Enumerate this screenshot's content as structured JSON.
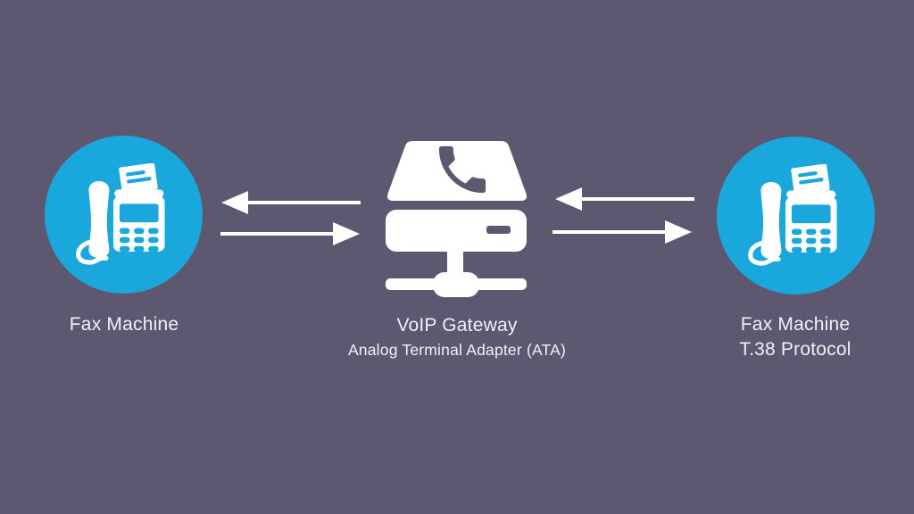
{
  "diagram": {
    "title_hint": "Fax over VoIP with T.38 protocol diagram",
    "colors": {
      "background": "#5E5770",
      "node_circle": "#1AA7DC",
      "icon_white": "#FFFFFF",
      "text": "#F2EFF6"
    },
    "left_node": {
      "label": "Fax Machine",
      "icon": "fax-machine"
    },
    "center_node": {
      "label": "VoIP Gateway",
      "sublabel": "Analog Terminal Adapter (ATA)",
      "icon": "voip-gateway-ata"
    },
    "right_node": {
      "label": "Fax Machine",
      "sublabel": "T.38 Protocol",
      "icon": "fax-machine"
    },
    "arrows": [
      {
        "from": "voip-gateway",
        "to": "left-fax-machine",
        "direction": "left"
      },
      {
        "from": "left-fax-machine",
        "to": "voip-gateway",
        "direction": "right"
      },
      {
        "from": "right-fax-machine",
        "to": "voip-gateway",
        "direction": "left"
      },
      {
        "from": "voip-gateway",
        "to": "right-fax-machine",
        "direction": "right"
      }
    ]
  }
}
